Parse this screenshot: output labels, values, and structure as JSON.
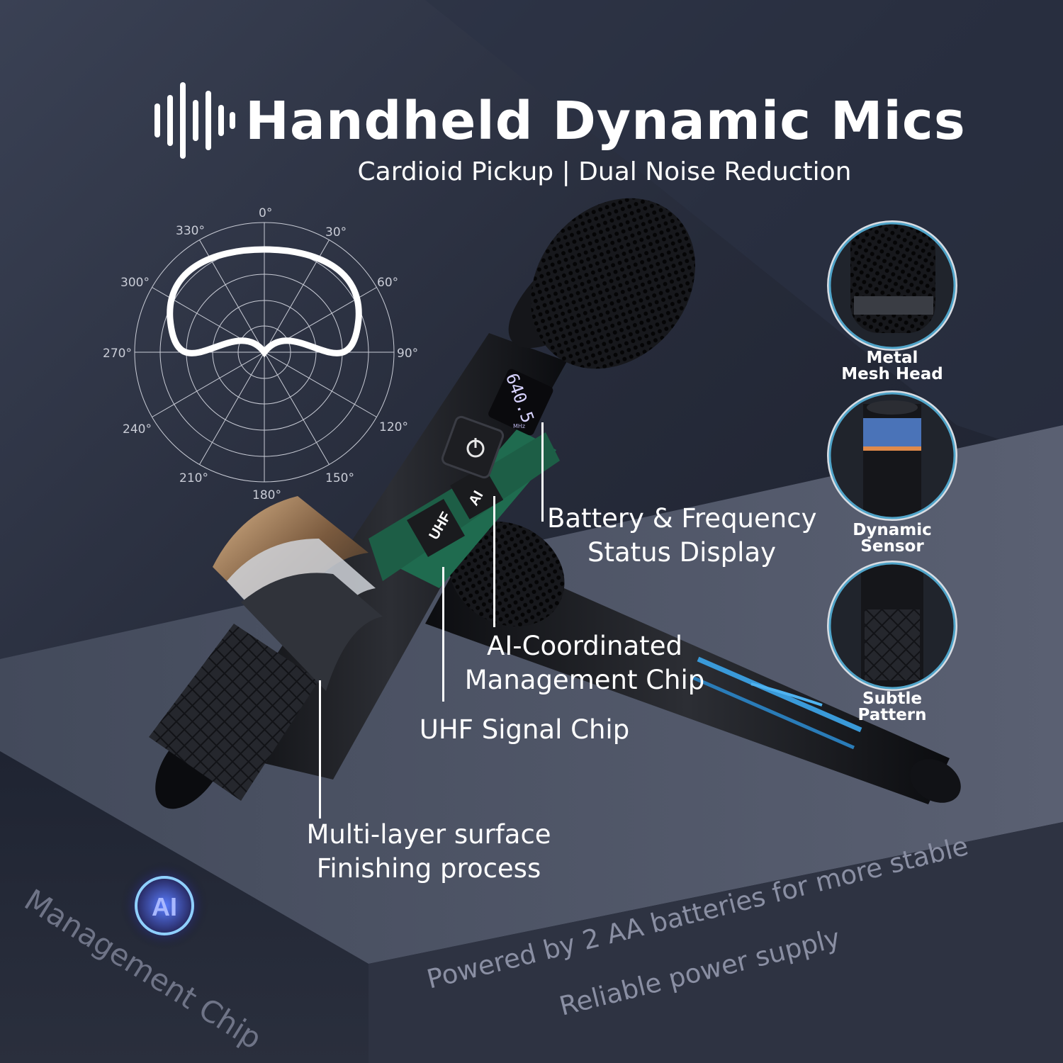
{
  "heading": {
    "title": "Handheld Dynamic Mics",
    "subtitle": "Cardioid Pickup | Dual Noise Reduction",
    "icon": "sound-wave-icon"
  },
  "polar_pattern": {
    "pattern": "cardioid",
    "angle_labels": [
      "0°",
      "30°",
      "60°",
      "90°",
      "120°",
      "150°",
      "180°",
      "210°",
      "240°",
      "270°",
      "300°",
      "330°"
    ]
  },
  "callouts": {
    "battery_display": [
      "Battery & Frequency",
      "Status Display"
    ],
    "ai_chip": [
      "AI-Coordinated",
      "Management Chip"
    ],
    "uhf_chip": "UHF Signal Chip",
    "surface": [
      "Multi-layer surface",
      "Finishing process"
    ]
  },
  "mic_display": {
    "frequency": "640.5",
    "unit": "MHz",
    "chip_labels": [
      "UHF",
      "AI"
    ]
  },
  "features": [
    {
      "label_lines": [
        "Metal",
        "Mesh Head"
      ],
      "icon": "mesh-head-icon"
    },
    {
      "label_lines": [
        "Dynamic",
        "Sensor"
      ],
      "icon": "dynamic-sensor-icon"
    },
    {
      "label_lines": [
        "Subtle",
        "Pattern"
      ],
      "icon": "grip-pattern-icon"
    }
  ],
  "bottom": {
    "ai_badge": "AI",
    "chip_text": "Management Chip",
    "power_line1": "Powered by 2 AA batteries for more stable",
    "power_line2": "Reliable power supply"
  },
  "colors": {
    "background_top": "#2d3344",
    "background_dark": "#1b1f2c",
    "platform": "#4c5262",
    "text": "#ffffff",
    "muted_text": "#8a8fa3",
    "accent_blue": "#3a9ad9",
    "pcb_green": "#1f6b4f"
  }
}
